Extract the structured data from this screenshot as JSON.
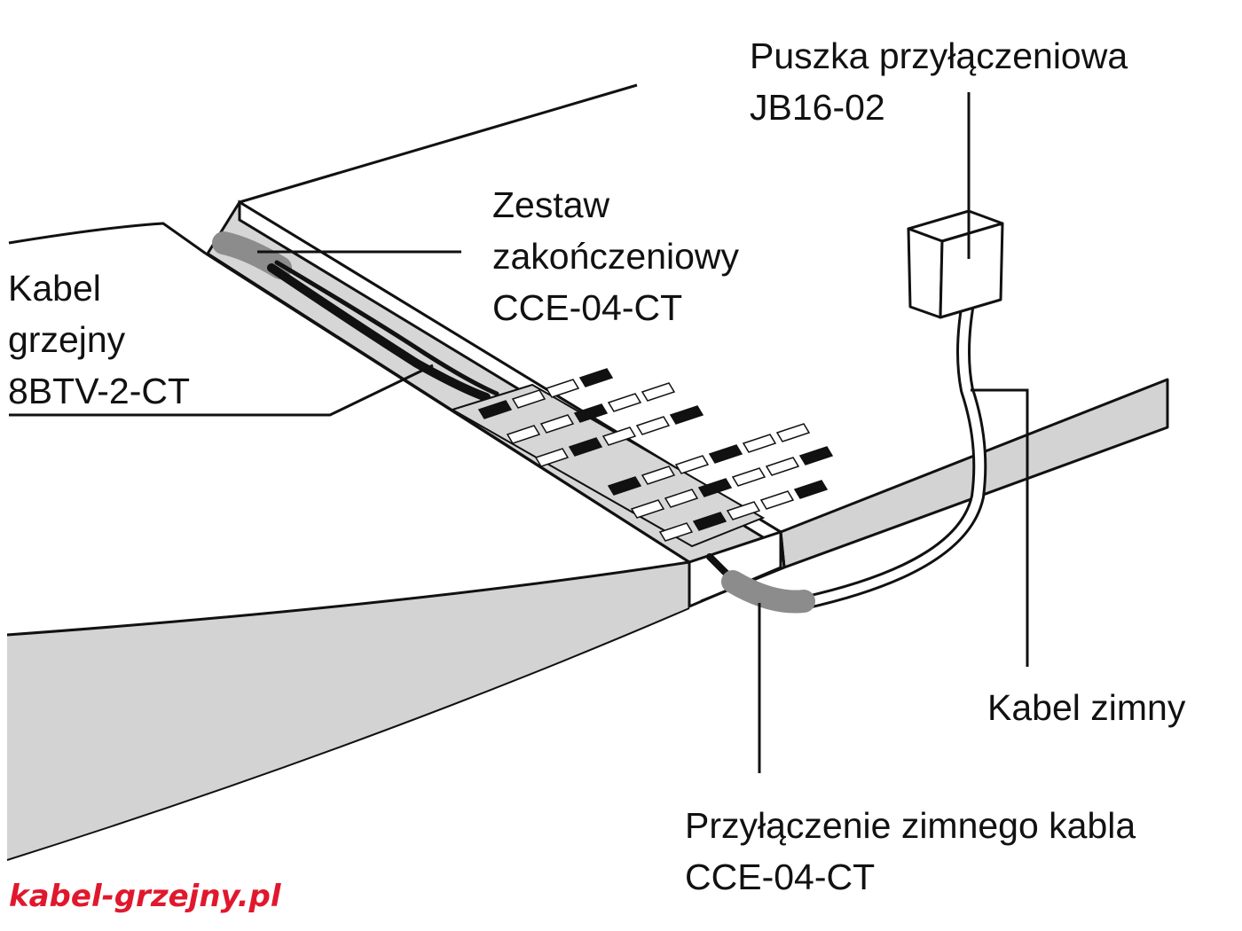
{
  "labels": {
    "junction_box": [
      "Puszka przyłączeniowa",
      "JB16-02"
    ],
    "termination_kit": [
      "Zestaw",
      "zakończeniowy",
      "CCE-04-CT"
    ],
    "heating_cable": [
      "Kabel",
      "grzejny",
      "8BTV-2-CT"
    ],
    "cold_cable": [
      "Kabel zimny"
    ],
    "cold_connection": [
      "Przyłączenie zimnego kabla",
      "CCE-04-CT"
    ]
  },
  "watermark": "kabel-grzejny.pl",
  "colors": {
    "line": "#111111",
    "panel_fill": "#d3d3d3",
    "cable_sleeve": "#8c8c8c",
    "cable_core": "#111111",
    "watermark": "#e0182d"
  }
}
